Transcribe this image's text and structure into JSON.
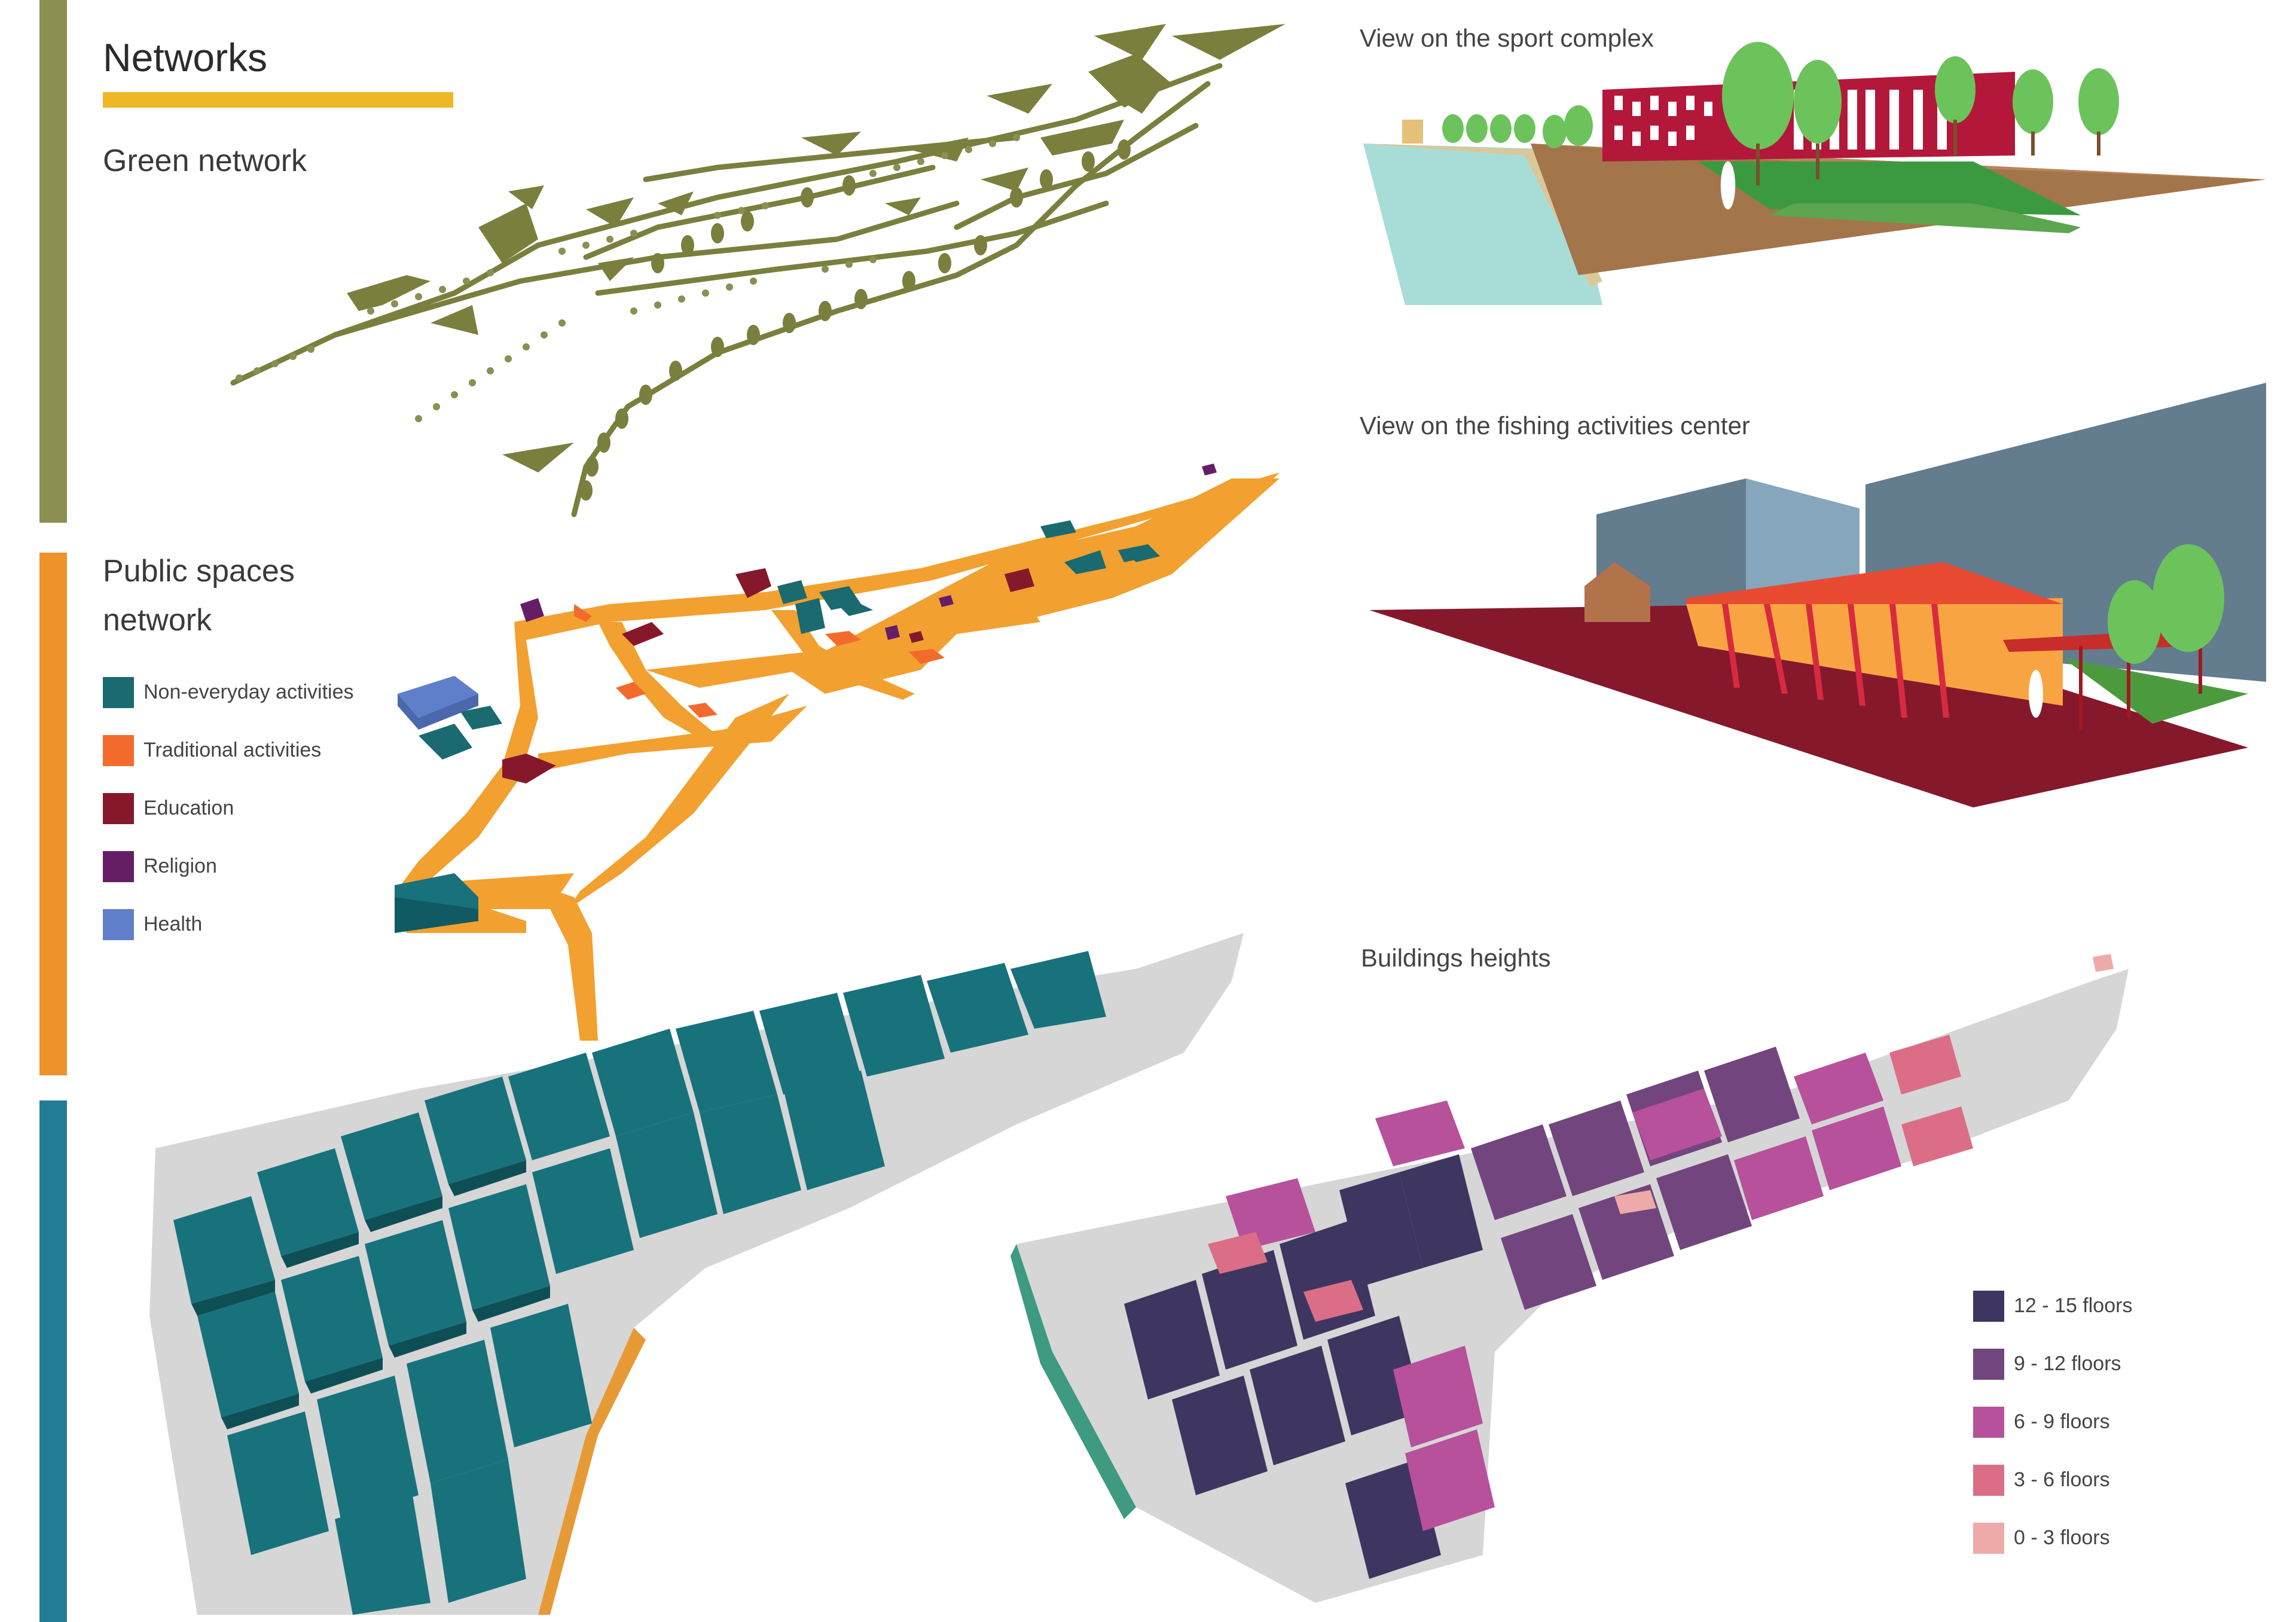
{
  "title": "Networks",
  "accent_colors": {
    "green_bar": "#8b8f52",
    "orange_bar": "#ee922b",
    "teal_bar": "#227d94",
    "title_underline": "#eeb825"
  },
  "sections": {
    "green": {
      "heading": "Green network"
    },
    "public": {
      "heading_line1": "Public spaces",
      "heading_line2": "network",
      "legend": [
        {
          "label": "Non-everyday activities",
          "color": "#1a6a70"
        },
        {
          "label": "Traditional activities",
          "color": "#f36b2c"
        },
        {
          "label": "Education",
          "color": "#86182c"
        },
        {
          "label": "Religion",
          "color": "#651e66"
        },
        {
          "label": "Health",
          "color": "#5f7fca"
        }
      ]
    },
    "views": {
      "sport": "View on the sport complex",
      "fishing": "View on the fishing activities center"
    },
    "heights": {
      "heading": "Buildings heights",
      "legend": [
        {
          "label": "12 - 15 floors",
          "color": "#3e3660"
        },
        {
          "label": "9 - 12 floors",
          "color": "#72457e"
        },
        {
          "label": "6 - 9 floors",
          "color": "#b7519b"
        },
        {
          "label": "3 - 6 floors",
          "color": "#db6e86"
        },
        {
          "label": "0 - 3 floors",
          "color": "#eeaaa8"
        }
      ]
    }
  }
}
